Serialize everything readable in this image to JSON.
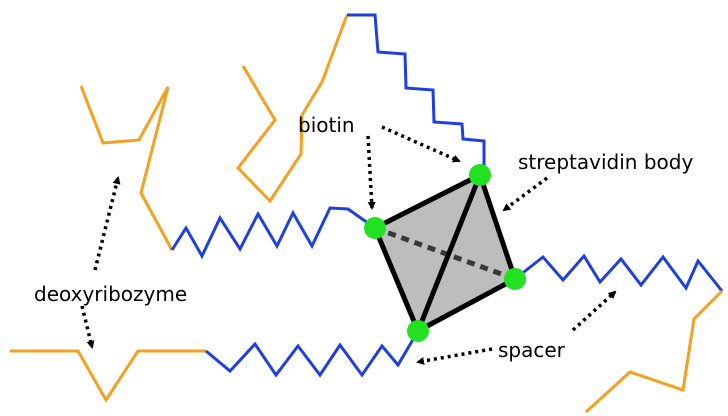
{
  "labels": {
    "biotin": "biotin",
    "streptavidin_body": "streptavidin body",
    "deoxyribozyme": "deoxyribozyme",
    "spacer": "spacer"
  },
  "colors": {
    "deoxyribozyme_strand": "#f5a01e",
    "spacer_strand": "#1f3fe0",
    "biotin_node": "#22e022",
    "streptavidin_fill": "#bdbdbd",
    "streptavidin_edge": "#000000",
    "arrow": "#000000"
  }
}
